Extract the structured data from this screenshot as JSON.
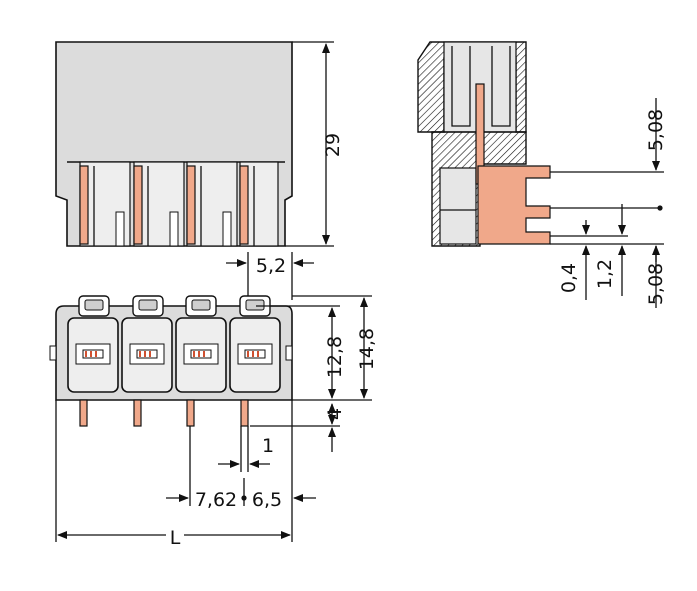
{
  "colors": {
    "body": "#dcdcdc",
    "pin": "#f0a88a",
    "hatch": "#111111",
    "outline": "#111111"
  },
  "dimensions": {
    "height_top": "29",
    "pitch_half": "5,2",
    "bottom_h1": "12,8",
    "bottom_h2": "14,8",
    "pin_len": "4",
    "pin_w": "1",
    "pitch": "7,62",
    "end_dist": "6,5",
    "length": "L",
    "side_a": "5,08",
    "side_b": "0,4",
    "side_c": "1,2",
    "side_d": "5,08"
  }
}
